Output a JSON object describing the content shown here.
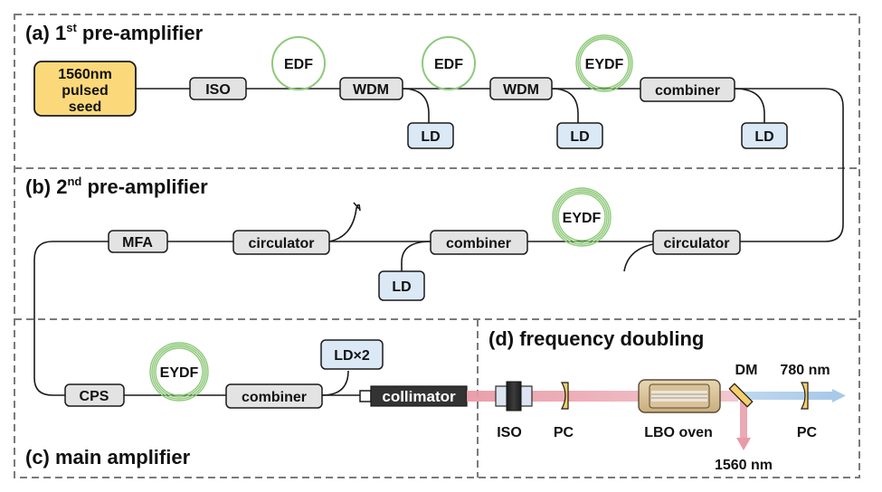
{
  "colors": {
    "dash": "#7a7a7a",
    "fiber": "#1a1a1a",
    "box_gray": "#e3e3e3",
    "box_blue": "#dbe8f6",
    "seed_fill": "#fbd97a",
    "coil_green": "#8ec97a",
    "beam_red": "#e89aa6",
    "beam_blue": "#b7d3ee"
  },
  "sections": {
    "a": {
      "prefix": "(a) 1",
      "sup": "st",
      "suffix": " pre-amplifier"
    },
    "b": {
      "prefix": "(b) 2",
      "sup": "nd",
      "suffix": " pre-amplifier"
    },
    "c": {
      "label": "(c) main amplifier"
    },
    "d": {
      "label": "(d) frequency doubling"
    }
  },
  "components": {
    "seed": [
      "1560nm",
      "pulsed",
      "seed"
    ],
    "iso_a": "ISO",
    "edf_1": "EDF",
    "wdm_1": "WDM",
    "edf_2": "EDF",
    "wdm_2": "WDM",
    "eydf_a": "EYDF",
    "combiner_a": "combiner",
    "ld_a1": "LD",
    "ld_a2": "LD",
    "ld_a3": "LD",
    "mfa": "MFA",
    "circulator_b1": "circulator",
    "combiner_b": "combiner",
    "eydf_b": "EYDF",
    "circulator_b2": "circulator",
    "ld_b": "LD",
    "cps": "CPS",
    "eydf_c": "EYDF",
    "combiner_c": "combiner",
    "ld_x2": "LD×2",
    "collimator": "collimator",
    "iso_d": "ISO",
    "pc_d1": "PC",
    "lbo_oven": "LBO oven",
    "dm": "DM",
    "nm780": "780 nm",
    "pc_d2": "PC",
    "nm1560": "1560 nm"
  }
}
